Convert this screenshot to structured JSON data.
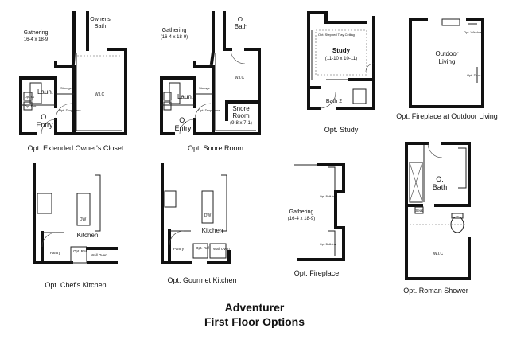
{
  "title": {
    "line1": "Adventurer",
    "line2": "First Floor Options"
  },
  "panels": {
    "closet": {
      "caption": "Opt. Extended Owner's Closet",
      "gathering": "Gathering",
      "gathering_dims": "16-4 x 18-9",
      "owners_bath_1": "Owner's",
      "owners_bath_2": "Bath",
      "wic": "W.I.C",
      "laun": "Laun.",
      "storage": "Storage",
      "opt_drop_zone": "Opt. Drop Zone",
      "opt_ss": "Opt. SS",
      "opt_sink": "Opt. Sink",
      "entry_1": "O.",
      "entry_2": "Entry"
    },
    "snore": {
      "caption": "Opt. Snore Room",
      "gathering": "Gathering",
      "gathering_dims": "(16-4 x 18-9)",
      "bath_1": "O.",
      "bath_2": "Bath",
      "wic": "W.I.C",
      "laun": "Laun.",
      "storage": "Storage",
      "opt_drop_zone": "Opt. Drop Zone",
      "snore_1": "Snore",
      "snore_2": "Room",
      "snore_dims": "(9-8 x 7-1)",
      "entry_1": "O.",
      "entry_2": "Entry"
    },
    "study": {
      "caption": "Opt. Study",
      "study": "Study",
      "study_dims": "(11-10 x 10-11)",
      "ceiling": "Opt. Stepped Tray Ceiling",
      "bath2": "Bath 2"
    },
    "outdoor": {
      "caption": "Opt. Fireplace at Outdoor Living",
      "outdoor_1": "Outdoor",
      "outdoor_2": "Living",
      "opt_window": "Opt. Window",
      "opt_door": "Opt. Door"
    },
    "chef": {
      "caption": "Opt. Chef's Kitchen",
      "kitchen": "Kitchen",
      "dw": "DW",
      "pantry": "Pantry",
      "opt_ref": "Opt. Ref",
      "wall_oven": "Wall Oven"
    },
    "gourmet": {
      "caption": "Opt. Gourmet Kitchen",
      "kitchen": "Kitchen",
      "dw": "DW",
      "pantry": "Pantry",
      "opt_ref": "Opt. Ref",
      "wall_oven": "Wall Oven"
    },
    "fireplace": {
      "caption": "Opt. Fireplace",
      "gathering": "Gathering",
      "gathering_dims": "(16-4 x 18-9)",
      "built_in_top": "Opt. Built-Ins",
      "built_in_bottom": "Opt. Built-Ins"
    },
    "roman": {
      "caption": "Opt. Roman Shower",
      "bath_1": "O.",
      "bath_2": "Bath",
      "seat": "Seat",
      "wic": "W.I.C"
    }
  }
}
